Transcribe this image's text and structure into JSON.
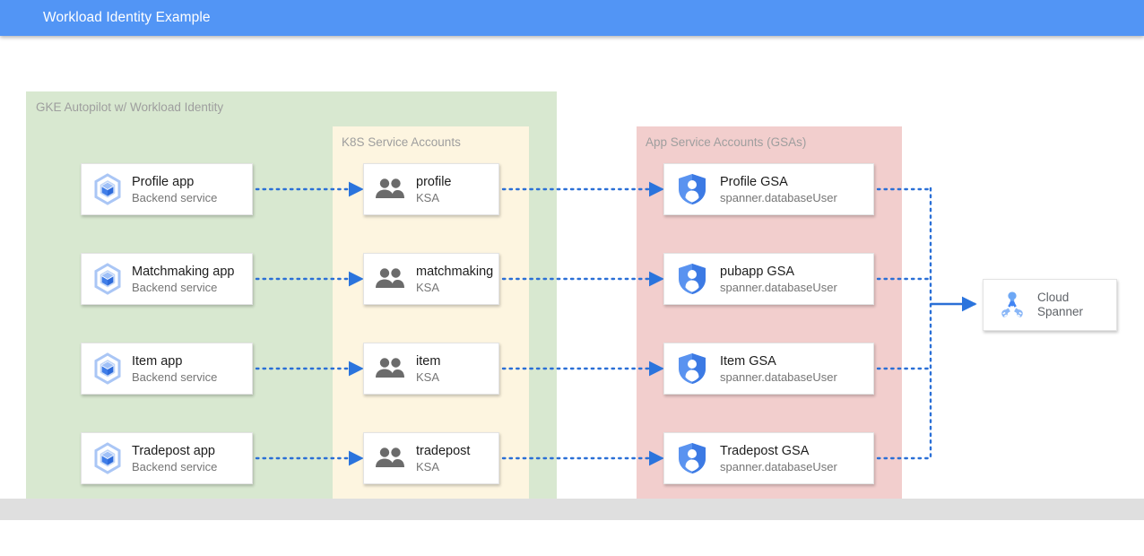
{
  "header": {
    "title": "Workload Identity Example",
    "background": "#5295f5",
    "text_color": "#ffffff"
  },
  "groups": {
    "gke": {
      "label": "GKE Autopilot w/ Workload Identity",
      "color": "#d8e8d0"
    },
    "ksa": {
      "label": "K8S Service Accounts",
      "color": "#fdf5e0"
    },
    "gsa": {
      "label": "App Service Accounts (GSAs)",
      "color": "#f2cecd"
    }
  },
  "apps": [
    {
      "title": "Profile app",
      "sub": "Backend service",
      "icon": "gke-cube-icon"
    },
    {
      "title": "Matchmaking app",
      "sub": "Backend service",
      "icon": "gke-cube-icon"
    },
    {
      "title": "Item app",
      "sub": "Backend service",
      "icon": "gke-cube-icon"
    },
    {
      "title": "Tradepost app",
      "sub": "Backend service",
      "icon": "gke-cube-icon"
    }
  ],
  "ksas": [
    {
      "title": "profile",
      "sub": "KSA",
      "icon": "people-icon"
    },
    {
      "title": "matchmaking",
      "sub": "KSA",
      "icon": "people-icon"
    },
    {
      "title": "item",
      "sub": "KSA",
      "icon": "people-icon"
    },
    {
      "title": "tradepost",
      "sub": "KSA",
      "icon": "people-icon"
    }
  ],
  "gsas": [
    {
      "title": "Profile GSA",
      "sub": "spanner.databaseUser",
      "icon": "shield-person-icon"
    },
    {
      "title": "pubapp GSA",
      "sub": "spanner.databaseUser",
      "icon": "shield-person-icon"
    },
    {
      "title": "Item GSA",
      "sub": "spanner.databaseUser",
      "icon": "shield-person-icon"
    },
    {
      "title": "Tradepost GSA",
      "sub": "spanner.databaseUser",
      "icon": "shield-person-icon"
    }
  ],
  "spanner": {
    "title": "Cloud\nSpanner",
    "title_line1": "Cloud",
    "title_line2": "Spanner",
    "icon": "cloud-spanner-icon"
  },
  "connectors": {
    "style": "dotted",
    "color": "#2a6fd6",
    "arrow_color": "#2b74dd",
    "solid_color": "#2a6fd6",
    "edges": [
      {
        "from": "Profile app",
        "to": "profile",
        "kind": "dotted-arrow"
      },
      {
        "from": "Matchmaking app",
        "to": "matchmaking",
        "kind": "dotted-arrow"
      },
      {
        "from": "Item app",
        "to": "item",
        "kind": "dotted-arrow"
      },
      {
        "from": "Tradepost app",
        "to": "tradepost",
        "kind": "dotted-arrow"
      },
      {
        "from": "profile",
        "to": "Profile GSA",
        "kind": "dotted-arrow"
      },
      {
        "from": "matchmaking",
        "to": "pubapp GSA",
        "kind": "dotted-arrow"
      },
      {
        "from": "item",
        "to": "Item GSA",
        "kind": "dotted-arrow"
      },
      {
        "from": "tradepost",
        "to": "Tradepost GSA",
        "kind": "dotted-arrow"
      },
      {
        "from": "Profile GSA",
        "to": "bus",
        "kind": "dotted"
      },
      {
        "from": "pubapp GSA",
        "to": "bus",
        "kind": "dotted"
      },
      {
        "from": "Item GSA",
        "to": "bus",
        "kind": "dotted"
      },
      {
        "from": "Tradepost GSA",
        "to": "bus",
        "kind": "dotted"
      },
      {
        "from": "bus",
        "to": "Cloud Spanner",
        "kind": "solid-arrow"
      }
    ]
  },
  "footer": {
    "color": "#dfdfdf"
  }
}
